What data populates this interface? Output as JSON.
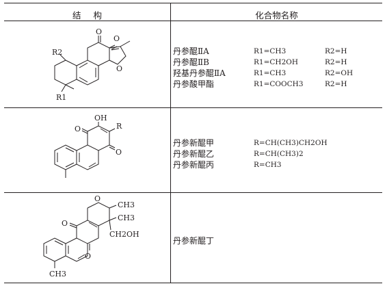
{
  "header": {
    "structure": "结 构",
    "compound_name": "化合物名称"
  },
  "group1": {
    "rows": [
      {
        "name": "丹参醌ⅡA",
        "r1": "R1=CH3",
        "r2": "R2=H"
      },
      {
        "name": "丹参醌ⅡB",
        "r1": "R1=CH2OH",
        "r2": "R2=H"
      },
      {
        "name": "羟基丹参醌ⅡA",
        "r1": "R1=CH3",
        "r2": "R2=OH"
      },
      {
        "name": "丹参酸甲酯",
        "r1": "R1=COOCH3",
        "r2": "R2=H"
      }
    ],
    "labels": {
      "o_top": "O",
      "o_mid": "O",
      "o_furan": "O",
      "r2": "R2",
      "r1": "R1"
    }
  },
  "group2": {
    "rows": [
      {
        "name": "丹参新醌甲",
        "r": "R=CH(CH3)CH2OH"
      },
      {
        "name": "丹参新醌乙",
        "r": "R=CH(CH3)2"
      },
      {
        "name": "丹参新醌丙",
        "r": "R=CH3"
      }
    ],
    "labels": {
      "oh": "OH",
      "o_top": "O",
      "o_bot": "O",
      "r": "R"
    }
  },
  "group3": {
    "rows": [
      {
        "name": "丹参新醌丁"
      }
    ],
    "labels": {
      "o_ring": "O",
      "ch3_top": "CH3",
      "ch3_mid": "CH3",
      "ch2oh": "CH2OH",
      "o_left": "O",
      "o_bot": "O",
      "ch3_bot": "CH3"
    }
  }
}
